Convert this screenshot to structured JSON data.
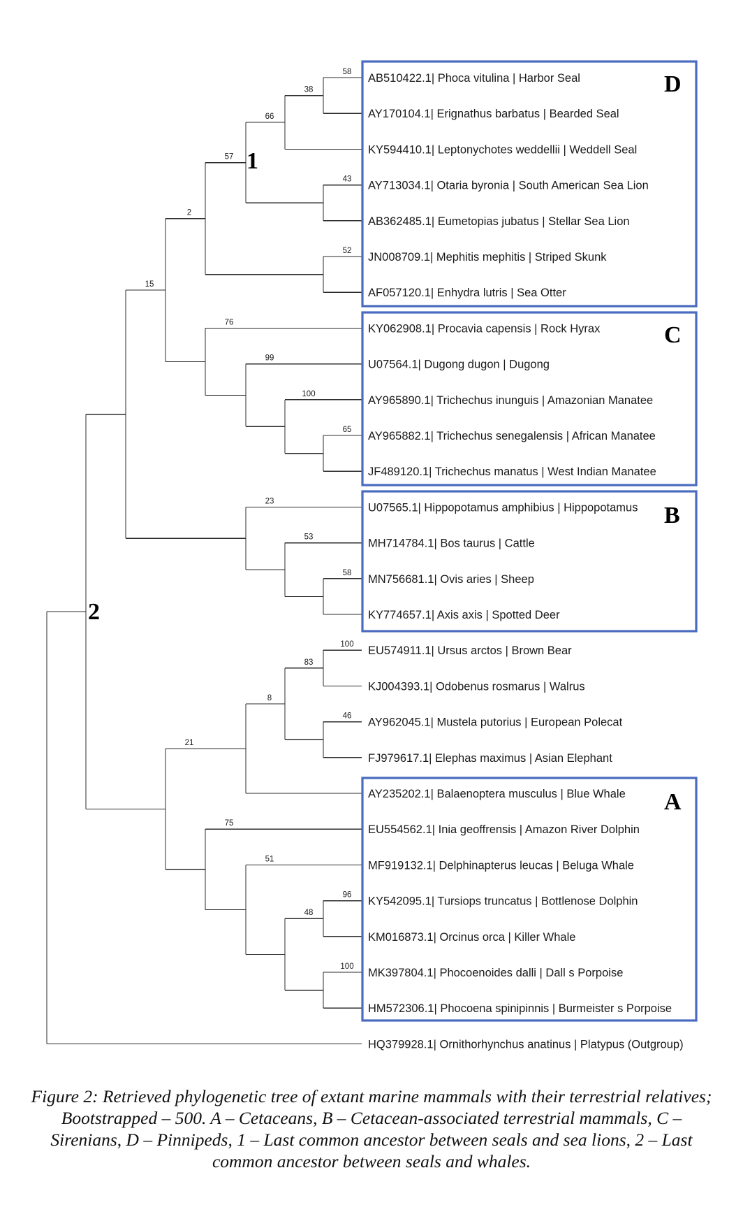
{
  "tree": {
    "leaves": [
      "AB510422.1| Phoca vitulina | Harbor Seal",
      "AY170104.1| Erignathus barbatus | Bearded Seal",
      "KY594410.1| Leptonychotes weddellii | Weddell Seal",
      "AY713034.1| Otaria byronia | South American Sea Lion",
      "AB362485.1| Eumetopias jubatus | Stellar Sea Lion",
      "JN008709.1| Mephitis mephitis | Striped Skunk",
      "AF057120.1| Enhydra lutris | Sea Otter",
      "KY062908.1| Procavia capensis | Rock Hyrax",
      "U07564.1| Dugong dugon | Dugong",
      "AY965890.1| Trichechus inunguis | Amazonian Manatee",
      "AY965882.1| Trichechus senegalensis | African Manatee",
      "JF489120.1| Trichechus manatus | West Indian Manatee",
      "U07565.1| Hippopotamus amphibius | Hippopotamus",
      "MH714784.1| Bos taurus | Cattle",
      "MN756681.1| Ovis aries | Sheep",
      "KY774657.1| Axis axis | Spotted Deer",
      "EU574911.1| Ursus arctos | Brown Bear",
      "KJ004393.1| Odobenus rosmarus | Walrus",
      "AY962045.1| Mustela putorius | European Polecat",
      "FJ979617.1| Elephas maximus | Asian Elephant",
      "AY235202.1| Balaenoptera musculus | Blue Whale",
      "EU554562.1| Inia geoffrensis | Amazon River Dolphin",
      "MF919132.1| Delphinapterus leucas | Beluga Whale",
      "KY542095.1| Tursiops truncatus | Bottlenose Dolphin",
      "KM016873.1| Orcinus orca | Killer Whale",
      "MK397804.1| Phocoenoides dalli | Dall s Porpoise",
      "HM572306.1| Phocoena spinipinnis | Burmeister s Porpoise",
      "HQ379928.1| Ornithorhynchus anatinus | Platypus (Outgroup)"
    ],
    "bootstrap": {
      "seals_58": "58",
      "seals_38": "38",
      "pinniped_66": "66",
      "sealions_43": "43",
      "carn_57": "57",
      "skunk_otter_52": "52",
      "n_2": "2",
      "afro_76": "76",
      "sirenia_99": "99",
      "manatee_100": "100",
      "manatee_65": "65",
      "n_15": "15",
      "artio_23": "23",
      "artio_53": "53",
      "artio_58": "58",
      "bear_walrus_100": "100",
      "n_83": "83",
      "polecat_elephant_46": "46",
      "n_8": "8",
      "n_21": "21",
      "ceta_75": "75",
      "ceta_51": "51",
      "dolphin_96": "96",
      "ceta_48": "48",
      "porpoise_100": "100"
    },
    "clade_boxes": {
      "D": "D",
      "C": "C",
      "B": "B",
      "A": "A"
    },
    "node_labels": {
      "seal_sealion_ancestor": "1",
      "seal_whale_ancestor": "2"
    },
    "colors": {
      "box_border": "#4a6bbf",
      "branch": "#2b2b2b"
    }
  },
  "caption": "Figure 2: Retrieved phylogenetic tree of extant marine mammals with their terrestrial relatives; Bootstrapped – 500. A – Cetaceans, B – Cetacean-associated terrestrial mammals, C – Sirenians, D – Pinnipeds, 1 – Last common ancestor between seals and sea lions, 2 – Last common ancestor between seals and whales."
}
